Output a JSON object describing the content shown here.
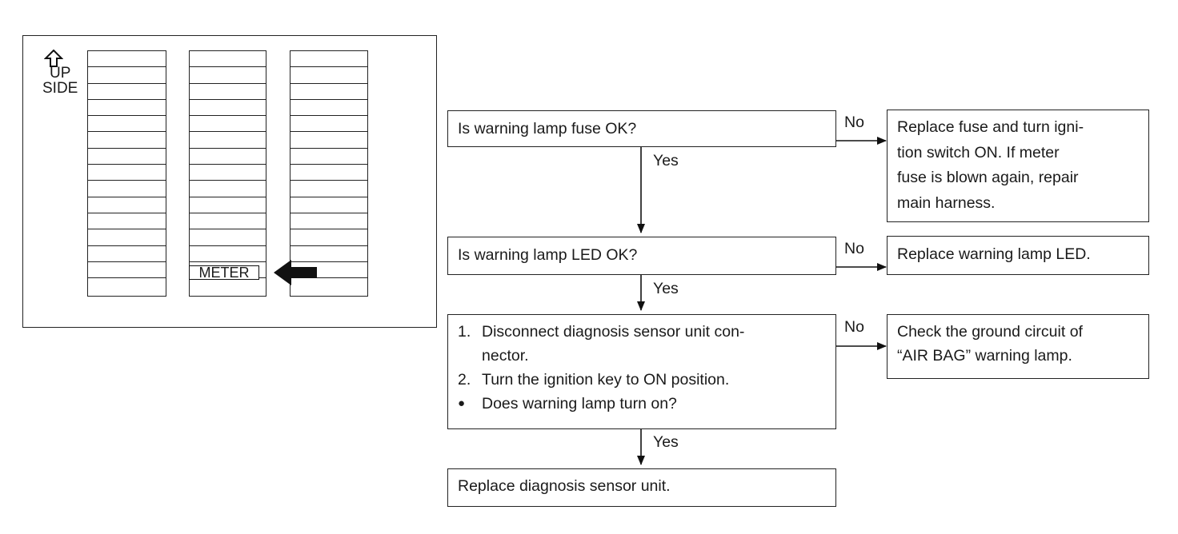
{
  "fuse_panel": {
    "up_arrow_icon": "up-arrow",
    "up_label_line1": "UP",
    "up_label_line2": "SIDE",
    "meter_label": "METER",
    "column_slots": [
      15,
      15,
      15
    ],
    "highlight_arrow_icon": "left-arrow"
  },
  "flowchart": {
    "step1": {
      "question": "Is warning lamp fuse OK?",
      "no_label": "No",
      "yes_label": "Yes",
      "no_action_lines": [
        "Replace fuse and turn igni-",
        "tion switch ON. If meter",
        "fuse is blown again, repair",
        "main harness."
      ]
    },
    "step2": {
      "question": "Is warning lamp LED OK?",
      "no_label": "No",
      "yes_label": "Yes",
      "no_action": "Replace warning lamp LED."
    },
    "step3": {
      "item1_num": "1.",
      "item1_line1": "Disconnect diagnosis sensor unit con-",
      "item1_line2": "nector.",
      "item2_num": "2.",
      "item2": "Turn the ignition key to ON position.",
      "bullet": "●",
      "question": "Does warning lamp turn on?",
      "no_label": "No",
      "yes_label": "Yes",
      "no_action_lines": [
        "Check the ground circuit of",
        "“AIR BAG” warning lamp."
      ]
    },
    "final_action": "Replace diagnosis sensor unit."
  }
}
